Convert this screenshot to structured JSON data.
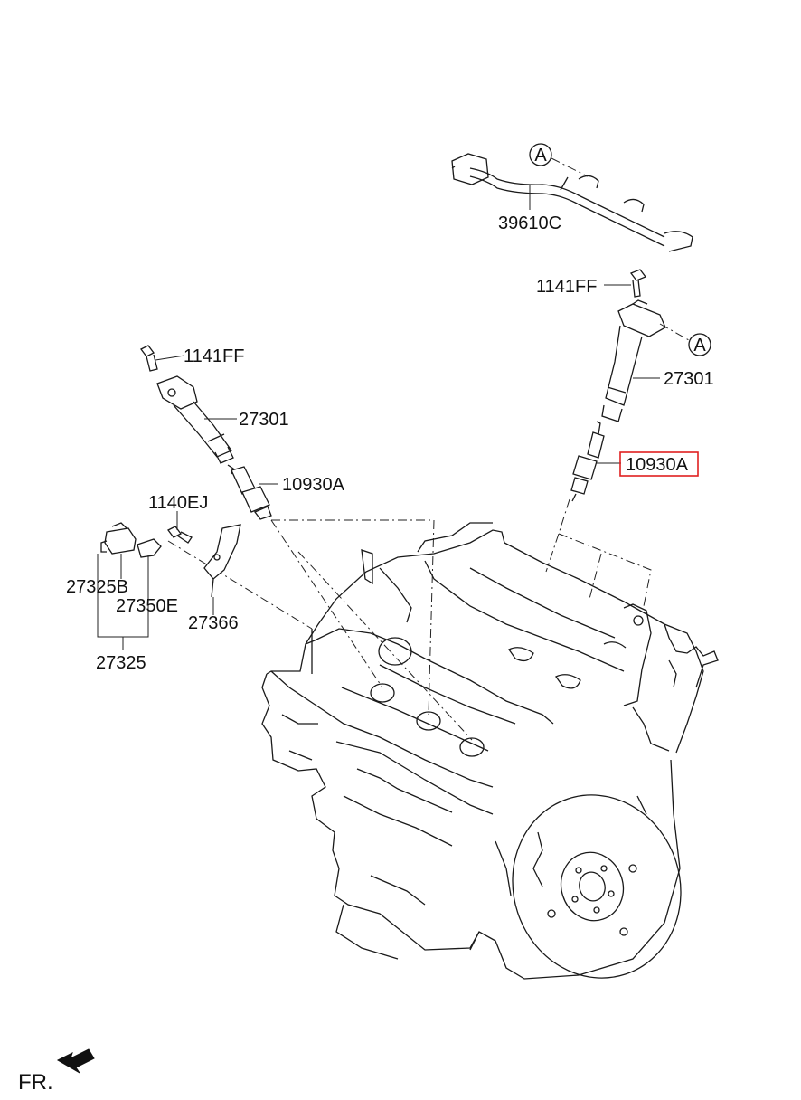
{
  "labels": {
    "harness": "39610C",
    "bolt_right": "1141FF",
    "coil_right": "27301",
    "plug_right": "10930A",
    "bolt_left": "1141FF",
    "coil_left": "27301",
    "plug_left": "10930A",
    "bolt_sensor": "1140EJ",
    "sensor_b": "27325B",
    "sensor_e": "27350E",
    "sensor_assy": "27325",
    "bracket": "27366"
  },
  "callouts": {
    "ref_a_top": "A",
    "ref_a_right": "A"
  },
  "direction": {
    "label": "FR.",
    "icon": "front-direction-arrow-icon"
  },
  "colors": {
    "highlight": "#e02020"
  }
}
